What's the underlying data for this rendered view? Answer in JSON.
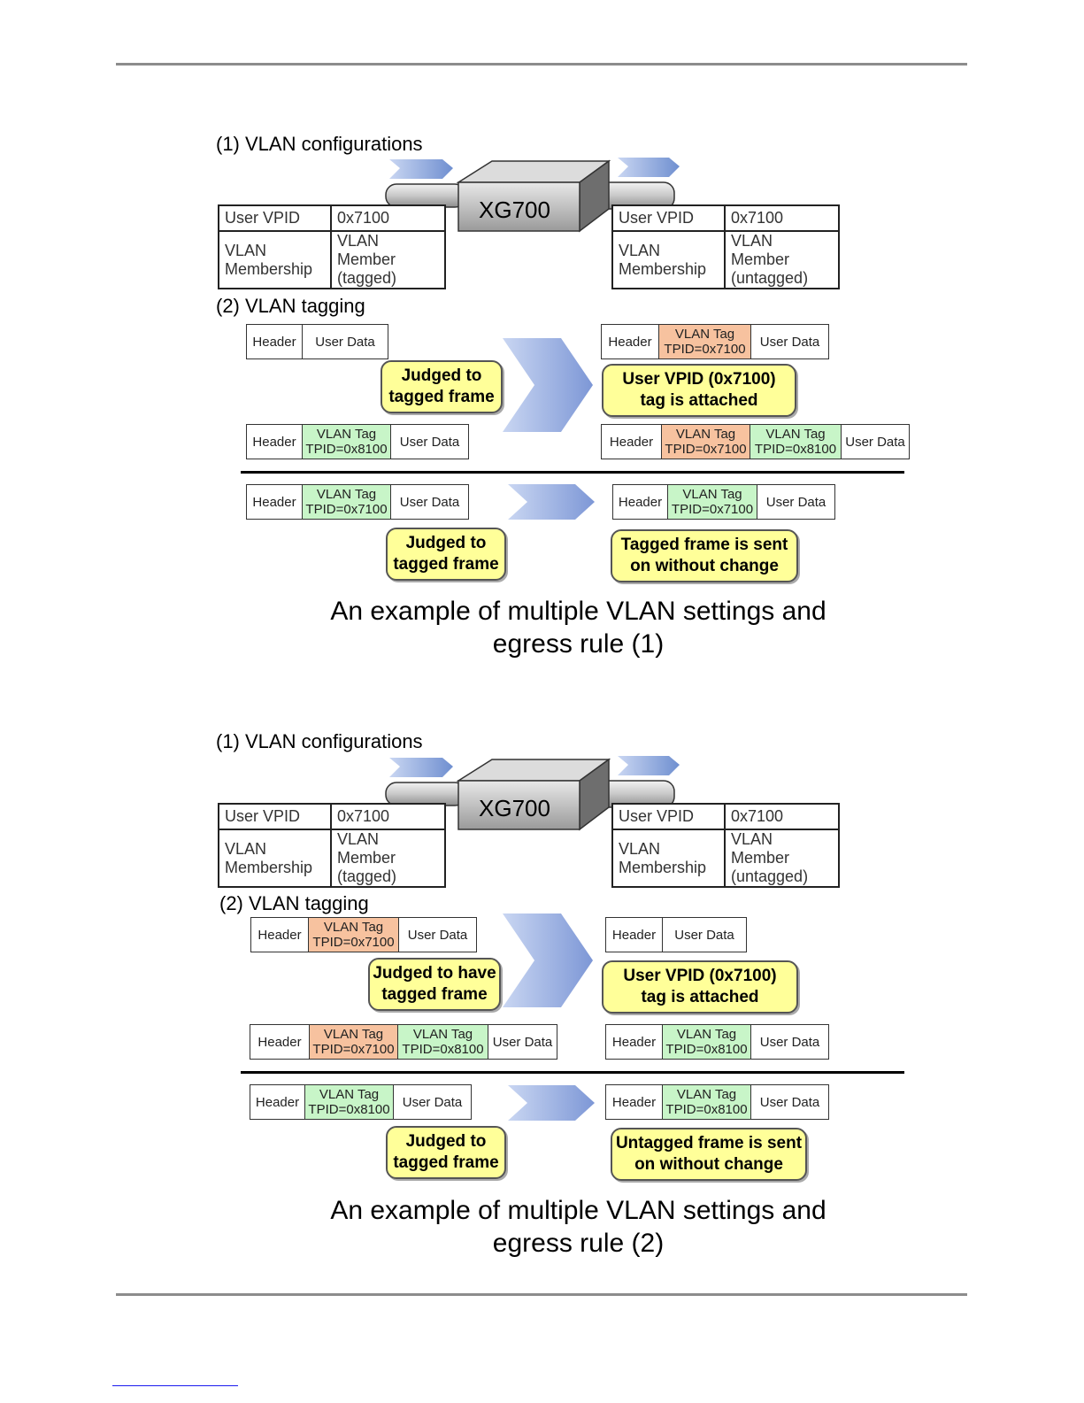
{
  "diagrams": [
    {
      "config_heading": "(1) VLAN configurations",
      "device": "XG700",
      "left_config": {
        "r1c1": "User VPID",
        "r1c2": "0x7100",
        "r2c1_a": "VLAN",
        "r2c1_b": "Membership",
        "r2c2_a": "VLAN Member",
        "r2c2_b": "(tagged)"
      },
      "right_config": {
        "r1c1": "User VPID",
        "r1c2": "0x7100",
        "r2c1_a": "VLAN",
        "r2c1_b": "Membership",
        "r2c2_a": "VLAN Member",
        "r2c2_b": "(untagged)"
      },
      "tagging_heading": "(2) VLAN tagging",
      "callouts": {
        "a": [
          "Judged to",
          "tagged frame"
        ],
        "b": [
          "User VPID (0x7100)",
          "tag is attached"
        ],
        "c": [
          "Judged to",
          "tagged frame"
        ],
        "d": [
          "Tagged frame is sent",
          "on without change"
        ]
      },
      "caption": [
        "An example of multiple VLAN settings and",
        "egress rule (1)"
      ]
    },
    {
      "config_heading": "(1) VLAN configurations",
      "device": "XG700",
      "left_config": {
        "r1c1": "User VPID",
        "r1c2": "0x7100",
        "r2c1_a": "VLAN",
        "r2c1_b": "Membership",
        "r2c2_a": "VLAN Member",
        "r2c2_b": "(tagged)"
      },
      "right_config": {
        "r1c1": "User VPID",
        "r1c2": "0x7100",
        "r2c1_a": "VLAN",
        "r2c1_b": "Membership",
        "r2c2_a": "VLAN Member",
        "r2c2_b": "(untagged)"
      },
      "tagging_heading": "(2) VLAN tagging",
      "callouts": {
        "a": [
          "Judged to have",
          "tagged frame"
        ],
        "b": [
          "User VPID (0x7100)",
          "tag is attached"
        ],
        "c": [
          "Judged to",
          "tagged frame"
        ],
        "d": [
          "Untagged frame is sent",
          "on without change"
        ]
      },
      "caption": [
        "An example of multiple VLAN settings and",
        "egress rule (2)"
      ]
    }
  ],
  "frame_text": {
    "header": "Header",
    "user_data": "User Data",
    "vlan_tag": "VLAN Tag",
    "tpid_7100": "TPID=0x7100",
    "tpid_8100": "TPID=0x8100"
  },
  "colors": {
    "tag_7100": "#f7c29f",
    "tag_8100": "#c8f5c8",
    "callout": "#ffff99",
    "arrow": "#8fa6dc"
  }
}
